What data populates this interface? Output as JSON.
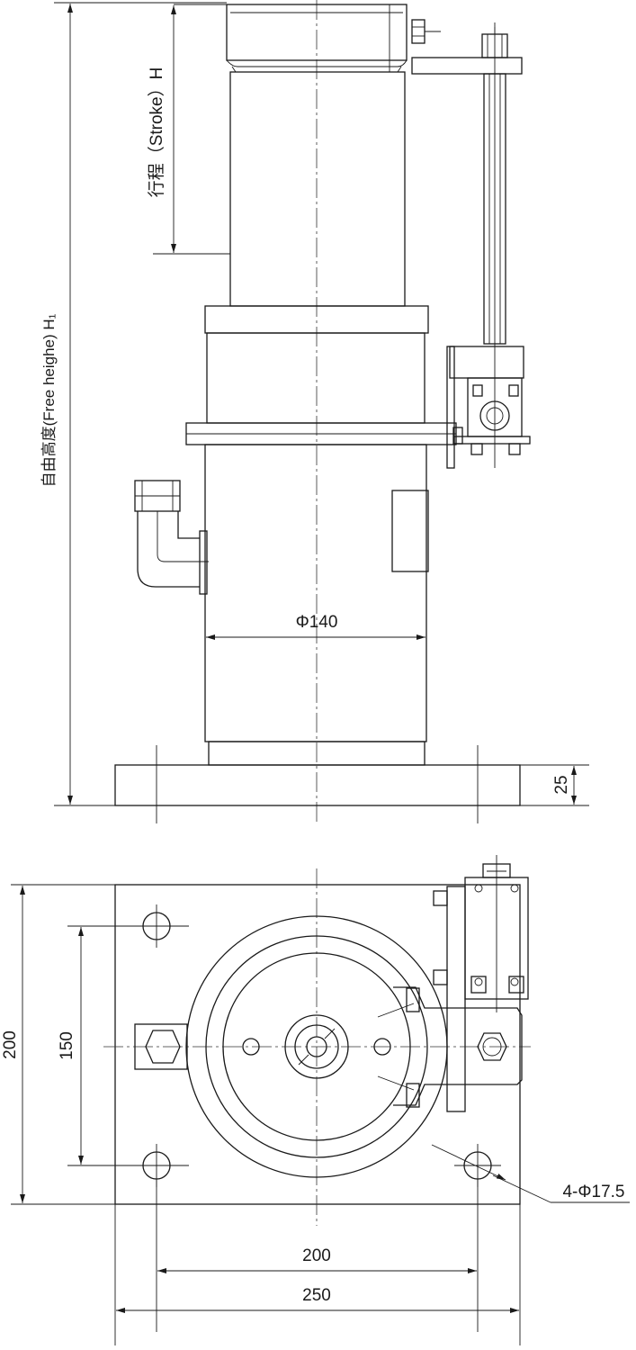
{
  "labels": {
    "stroke": "行程（Stroke）H",
    "free_height": "自由高度(Free heighe) H₁",
    "diameter_140": "Φ140",
    "flange_thickness": "25",
    "base_height": "200",
    "hole_spacing_vertical": "150",
    "hole_spacing_horizontal": "200",
    "base_width": "250",
    "holes": "4-Φ17.5"
  }
}
